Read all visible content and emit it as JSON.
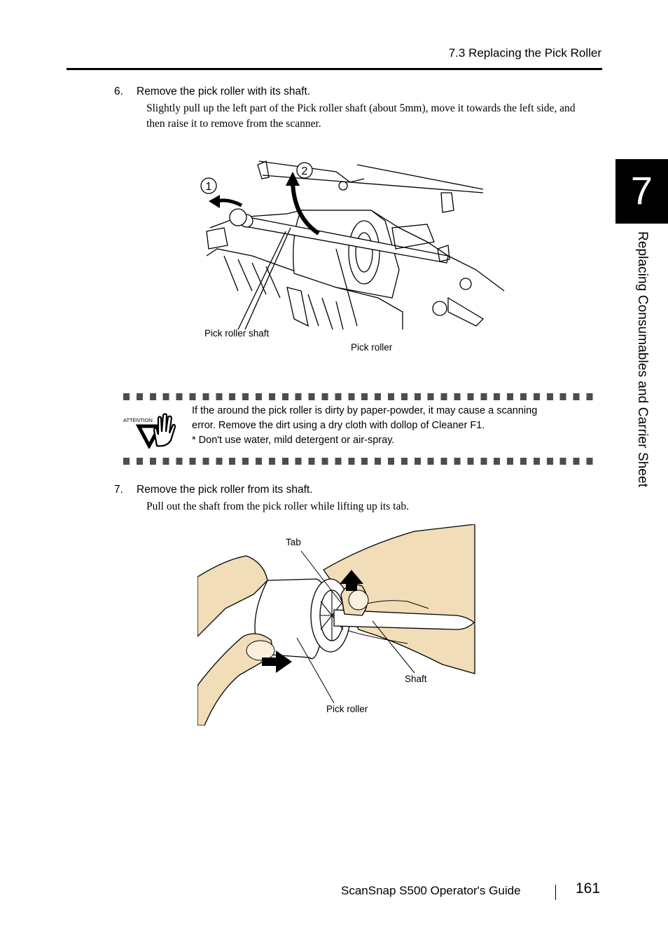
{
  "header": {
    "section_title": "7.3 Replacing the Pick Roller"
  },
  "chapter_tab": {
    "number": "7",
    "title": "Replacing Consumables and Carrier Sheet"
  },
  "step6": {
    "number": "6.",
    "heading": "Remove the pick roller with its shaft.",
    "body": "Slightly pull up the left part of the Pick roller shaft (about 5mm), move it towards the left side, and then raise it to remove from the scanner.",
    "figure": {
      "marker1": "1",
      "marker2": "2",
      "label_shaft": "Pick roller shaft",
      "label_roller": "Pick roller"
    }
  },
  "attention": {
    "icon_label": "ATTENTION",
    "line1": "If the around the pick roller is dirty by paper-powder, it may cause a scanning",
    "line2": "error. Remove the dirt using a dry cloth with dollop of Cleaner F1.",
    "line3": "* Don't use water, mild detergent or air-spray."
  },
  "step7": {
    "number": "7.",
    "heading": "Remove the pick roller from its shaft.",
    "body": "Pull out the shaft from the pick roller while lifting up its tab.",
    "figure": {
      "label_tab": "Tab",
      "label_shaft": "Shaft",
      "label_roller": "Pick roller"
    }
  },
  "footer": {
    "guide_title": "ScanSnap S500 Operator's Guide",
    "page_number": "161"
  }
}
